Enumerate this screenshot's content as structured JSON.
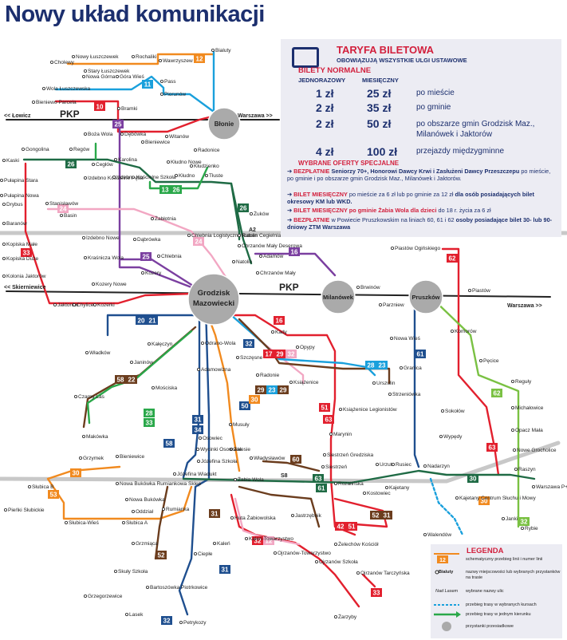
{
  "title": "Nowy układ komunikacji",
  "tariff": {
    "title": "TARYFA BILETOWA",
    "subtitle": "OBOWIĄZUJĄ WSZYSTKIE ULGI USTAWOWE",
    "normal_header": "BILETY NORMALNE",
    "col_single": "JEDNORAZOWY",
    "col_monthly": "MIESIĘCZNY",
    "rows": [
      {
        "single": "1 zł",
        "monthly": "25 zł",
        "desc": "po mieście"
      },
      {
        "single": "2 zł",
        "monthly": "35 zł",
        "desc": "po gminie"
      },
      {
        "single": "2 zł",
        "monthly": "50 zł",
        "desc": "po obszarze gmin Grodzisk Maz., Milanówek i Jaktorów"
      },
      {
        "single": "4 zł",
        "monthly": "100 zł",
        "desc": "przejazdy międzygminne"
      }
    ],
    "special_header": "WYBRANE OFERTY SPECJALNE",
    "offers": [
      {
        "lead": "BEZPŁATNIE",
        "bold": "Seniorzy 70+, Honorowi Dawcy Krwi i Zasłużeni Dawcy Przeszczepu",
        "rest": "po mieście, po gminie i po obszarze gmin Grodzisk Maz., Milanówek i Jaktorów."
      },
      {
        "lead": "BILET MIESIĘCZNY",
        "rest": "po mieście za 6 zł lub po gminie za 12 zł",
        "bold": "dla osób posiadających bilet okresowy KM lub WKD."
      },
      {
        "lead": "BILET MIESIĘCZNY po gminie Żabia Wola dla dzieci",
        "rest": "do 18 r. życia za 6 zł"
      },
      {
        "lead": "BEZPŁATNIE",
        "rest": "w Powiecie Pruszkowskim na liniach 60, 61 i 62",
        "bold": "osoby posiadające bilet 30- lub 90-dniowy ZTM Warszawa"
      }
    ]
  },
  "legend": {
    "title": "LEGENDA",
    "items": [
      {
        "badge": "12",
        "text": "schematyczny przebieg linii i numer linii"
      },
      {
        "sample": "Bialuty",
        "text": "nazwy miejscowości lub wybranych przystanków na trasie"
      },
      {
        "sample": "Nad Lasem",
        "text": "wybrane nazwy ulic"
      },
      {
        "text": "przebieg trasy w wybranych kursach"
      },
      {
        "text": "przebieg trasy w jednym kierunku"
      },
      {
        "text": "przystanki przesiadkowe"
      }
    ]
  },
  "colors": {
    "red": "#e2202e",
    "orange": "#f18a1f",
    "green": "#2aa84a",
    "darkgreen": "#1f6b45",
    "lightgreen": "#7ac143",
    "blue": "#1aa0dc",
    "navy": "#1f4f8f",
    "darkblue": "#1c2f6e",
    "purple": "#7b3fa0",
    "pink": "#f2a7c3",
    "brown": "#6b3d1e",
    "teal": "#2a9f8f",
    "gray": "#aaaaaa"
  },
  "hubs": [
    {
      "name": "Błonie"
    },
    {
      "name": "Grodzisk Mazowiecki"
    },
    {
      "name": "Milanówek"
    },
    {
      "name": "Pruszków"
    }
  ],
  "rail": {
    "label": "PKP",
    "west_top": "<< Łowicz",
    "east_top": "Warszawa >>",
    "west_bottom": "<< Skierniewice",
    "east_bottom": "Warszawa >>",
    "highway": "A2",
    "s8": "S8"
  },
  "badges": [
    "12",
    "11",
    "10",
    "25",
    "26",
    "13",
    "26",
    "26",
    "24",
    "24",
    "25",
    "16",
    "62",
    "20",
    "21",
    "16",
    "17",
    "29",
    "32",
    "28",
    "23",
    "29",
    "23",
    "29",
    "50",
    "30",
    "31",
    "34",
    "58",
    "58",
    "22",
    "28",
    "33",
    "51",
    "60",
    "61",
    "62",
    "63",
    "30",
    "30",
    "53",
    "52",
    "52",
    "31",
    "31",
    "32",
    "33",
    "32",
    "12",
    "63",
    "61",
    "32",
    "42",
    "51",
    "31",
    "32",
    "33",
    "63",
    "30"
  ],
  "places": [
    "Bialuty",
    "Rochaliki",
    "Wawrzyszew",
    "Nowy Łuszczewek",
    "Cholewy",
    "Stary Łuszczewek",
    "Nowa Górna",
    "Góra Wieś",
    "Pass",
    "Wola Łuszczewska",
    "Piorunów",
    "Bieniewo-Parcela",
    "Bramki",
    "Boża Wola",
    "Dębówka",
    "Bieniewice",
    "Witanów",
    "Radonice",
    "Kłudzienko",
    "Gongolina",
    "Regów",
    "Kaski",
    "Cegłów",
    "Karolina",
    "Kłudno Nowe",
    "Kłudno",
    "Tłuste",
    "Pułapina Stara",
    "Pułapina Nowa",
    "Drybus",
    "Izdebno Kościelne Pętla",
    "Izdebno Kościelne Szkoła",
    "Stanisławów",
    "Basin",
    "Żabłotnia",
    "Żuków",
    "Baranów",
    "Kopiska Małe",
    "Kopiska Duże",
    "Kolonia Jaktorów",
    "Izdebno Nowe",
    "Dąbrówka",
    "Chlebnia Logistyczna Raben",
    "Natolin Cegielnia",
    "Chrzanów Mały Deserowa",
    "Adamów",
    "Natolin",
    "Chrzanów Mały",
    "Kraśnicza Wola",
    "Kozery",
    "Chlebnia",
    "Kozery Nowe",
    "Piastów Ogińskiego",
    "Jaktorów",
    "Chylice",
    "Kozerki",
    "Brwinów",
    "Parzniew",
    "Piastów",
    "Władków",
    "Kady",
    "Opypy",
    "Odrano-Wola",
    "Kałęczyn",
    "Szczęsne",
    "Radonie",
    "Książenice",
    "Urszulin",
    "Janinów",
    "Adamowizna",
    "Nowa Wieś",
    "Granica",
    "Komorów",
    "Pęcice",
    "Reguły",
    "Mościska",
    "Książenice Legionistów",
    "Czarny Las",
    "Strzeniówka",
    "Sokołów",
    "Michałowice",
    "Makówka",
    "Osowiec",
    "Musuły",
    "Marynin",
    "Opacz Mała",
    "Wypędy",
    "Nowe Grocholice",
    "Zalesie",
    "Wycinki Osowskie",
    "Władysławów",
    "Siestrzeń Gredziska",
    "Grzymek",
    "Bieniewice",
    "Józefina Szkoła",
    "Józefina Wiadukt",
    "Siestrzeń",
    "Urzut",
    "Rusiec",
    "Nadarzyn",
    "Raszyn",
    "Żabia Wola",
    "Rozalińska",
    "Słubica B",
    "Nowa Bukówka Rumiankowa Sklep",
    "Nowa Bukówka",
    "Kajetany",
    "Warszawa P+R Al. Krakowska",
    "Rumianka",
    "Kostowiec",
    "Pieńki Słubickie",
    "Oddział",
    "Kajetany Centrum Słuchu i Mowy",
    "Słubica-Wieś",
    "Słubica A",
    "Huta Żabiowolska",
    "Jastrzębnik",
    "Janki",
    "Rybie",
    "Grzmiąca",
    "Kaleń",
    "Kaleń-Towarzystwo",
    "Żelechów Kościół",
    "Walendów",
    "Ciepłe",
    "Ojrzanów-Towarzystwo",
    "Ojrzanów Szkoła",
    "Ojrzanów Tarczyńska",
    "Skuły Szkoła",
    "Bartoszówka Piotrkowice",
    "Grzegorzewice",
    "Lasek",
    "Petrykozy",
    "Żarzyby"
  ]
}
